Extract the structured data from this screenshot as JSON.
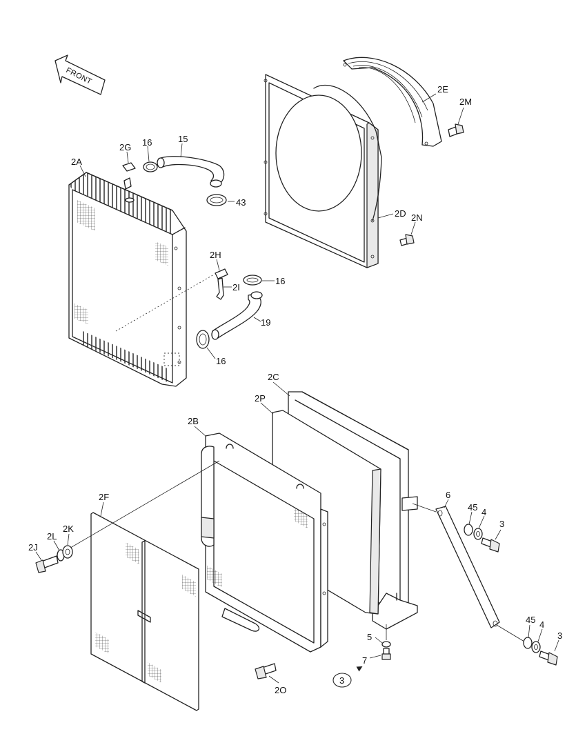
{
  "front_arrow": {
    "text": "FRONT",
    "icon": "front-direction-arrow-icon"
  },
  "labels": [
    "2A",
    "2G",
    "16",
    "15",
    "43",
    "2H",
    "2I",
    "16",
    "19",
    "16",
    "2E",
    "2M",
    "2D",
    "2N",
    "2C",
    "2P",
    "2B",
    "2F",
    "2J",
    "2L",
    "2K",
    "6",
    "45",
    "4",
    "3",
    "45",
    "4",
    "3",
    "5",
    "7",
    "2O"
  ],
  "ref_marker": {
    "text": "3",
    "icon": "circled-reference-icon",
    "arrow_icon": "triangle-pointer-icon"
  },
  "colors": {
    "line": "#222222",
    "background": "#ffffff",
    "shade": "#e9e9e9"
  }
}
